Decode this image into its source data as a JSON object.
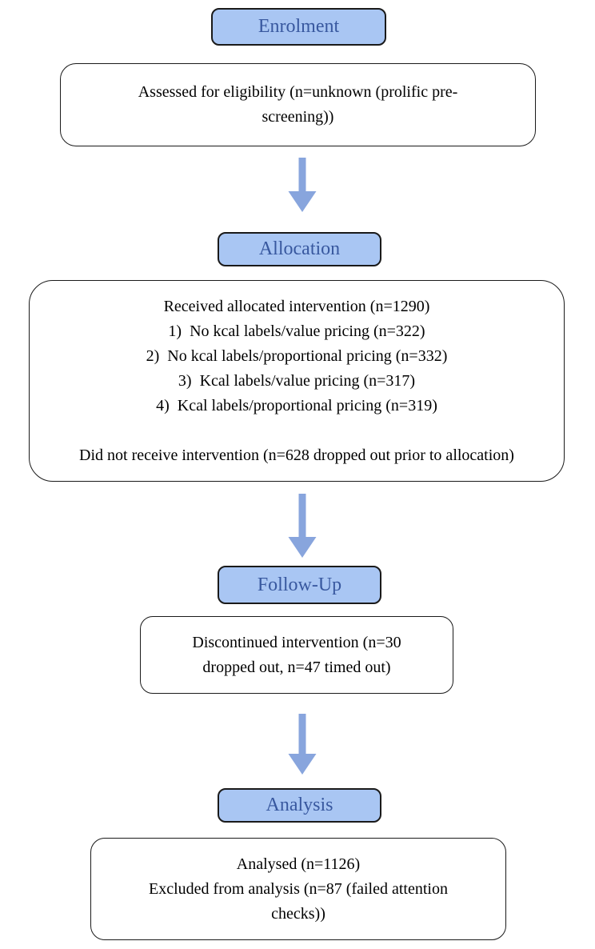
{
  "colors": {
    "background": "#ffffff",
    "header_fill": "#a9c6f3",
    "header_border": "#1a1a1a",
    "header_text": "#38589f",
    "box_fill": "#ffffff",
    "box_border": "#1a1a1a",
    "arrow": "#88a5dd",
    "text": "#000000"
  },
  "flow": {
    "headers": {
      "enrolment": "Enrolment",
      "allocation": "Allocation",
      "followup": "Follow-Up",
      "analysis": "Analysis"
    },
    "boxes": {
      "assessed": "Assessed for eligibility (n=unknown (prolific pre-\nscreening))",
      "allocation_detail": "Received allocated intervention (n=1290)\n1)  No kcal labels/value pricing (n=322)\n2)  No kcal labels/proportional pricing (n=332)\n3)  Kcal labels/value pricing (n=317)\n4)  Kcal labels/proportional pricing (n=319)\n\nDid not receive intervention (n=628 dropped out prior to allocation)",
      "discontinued": "Discontinued intervention (n=30\ndropped out, n=47 timed out)",
      "analysed": "Analysed (n=1126)\nExcluded from analysis (n=87 (failed attention\nchecks))"
    }
  }
}
